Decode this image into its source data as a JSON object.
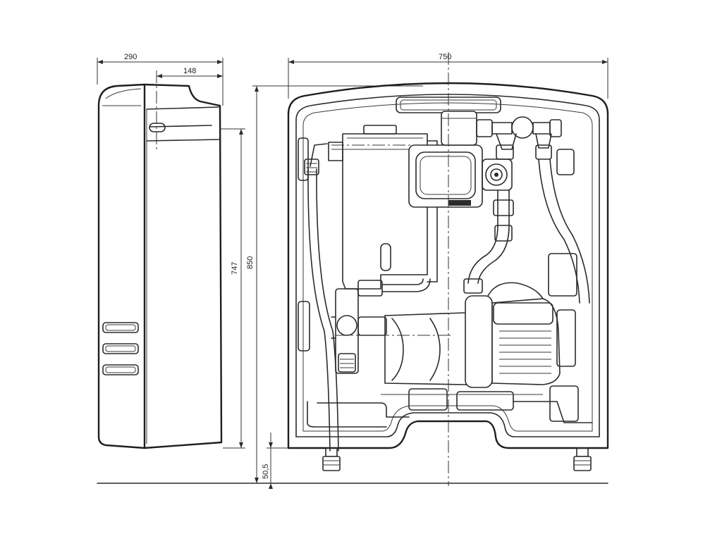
{
  "dimensions": {
    "side_depth": "290",
    "side_offset": "148",
    "front_width": "750",
    "front_height": "850",
    "side_height": "747",
    "foot_height": "50,5"
  }
}
